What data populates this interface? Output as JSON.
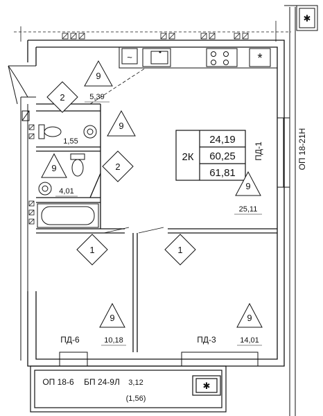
{
  "apartment": {
    "type": "2К",
    "living_area": "24,19",
    "total_area": "60,25",
    "total_area_with_balcony": "61,81"
  },
  "rooms": [
    {
      "id": "kitchen",
      "area": "5,39"
    },
    {
      "id": "wc",
      "area": "1,55"
    },
    {
      "id": "bath",
      "area": "4,01"
    },
    {
      "id": "living",
      "area": "25,11"
    },
    {
      "id": "bedroom-left",
      "area": "10,18"
    },
    {
      "id": "bedroom-right",
      "area": "14,01"
    },
    {
      "id": "balcony",
      "area": "3,12",
      "area_reduced": "(1,56)"
    }
  ],
  "labels": {
    "pd1": "ПД-1",
    "pd3": "ПД-3",
    "pd6": "ПД-6",
    "op_18_21n": "ОП 18-21Н",
    "op_18_6": "ОП 18-6",
    "bp_24_9l": "БП 24-9Л"
  },
  "markers": {
    "triangle": "9",
    "diamond_wet": "2",
    "diamond_room": "1"
  },
  "symbols": {
    "fan": "*",
    "wave": "~",
    "hatch": "✱"
  }
}
